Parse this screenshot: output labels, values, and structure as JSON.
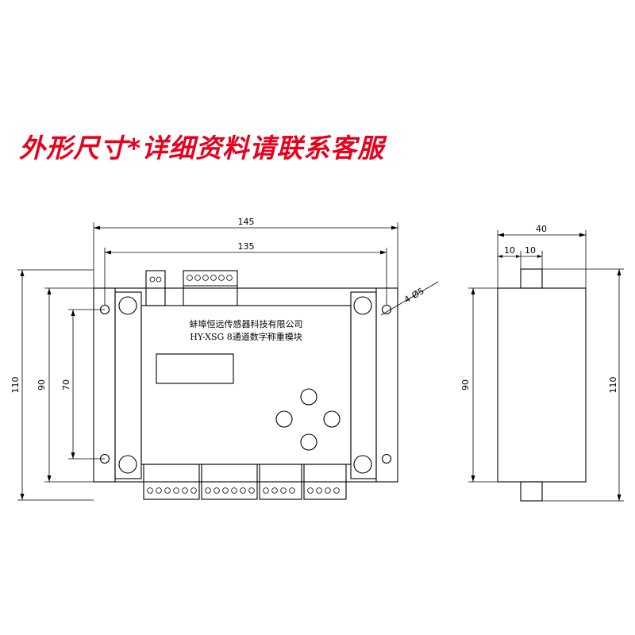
{
  "title": "外形尺寸*详细资料请联系客服",
  "colors": {
    "title": "#e8001c",
    "line": "#000000"
  },
  "front_view": {
    "company_label": "蚌埠恒远传感器科技有限公司",
    "model_label": "HY-XSG 8通道数字称重模块",
    "dim_overall_width": "145",
    "dim_hole_spacing_width": "135",
    "dim_overall_height": "110",
    "dim_body_height": "90",
    "dim_hole_spacing_height": "70",
    "dim_holes": "4-Ø5"
  },
  "side_view": {
    "dim_depth": "40",
    "dim_step_1": "10",
    "dim_step_2": "10",
    "dim_body_height": "90",
    "dim_overall_height": "110"
  }
}
